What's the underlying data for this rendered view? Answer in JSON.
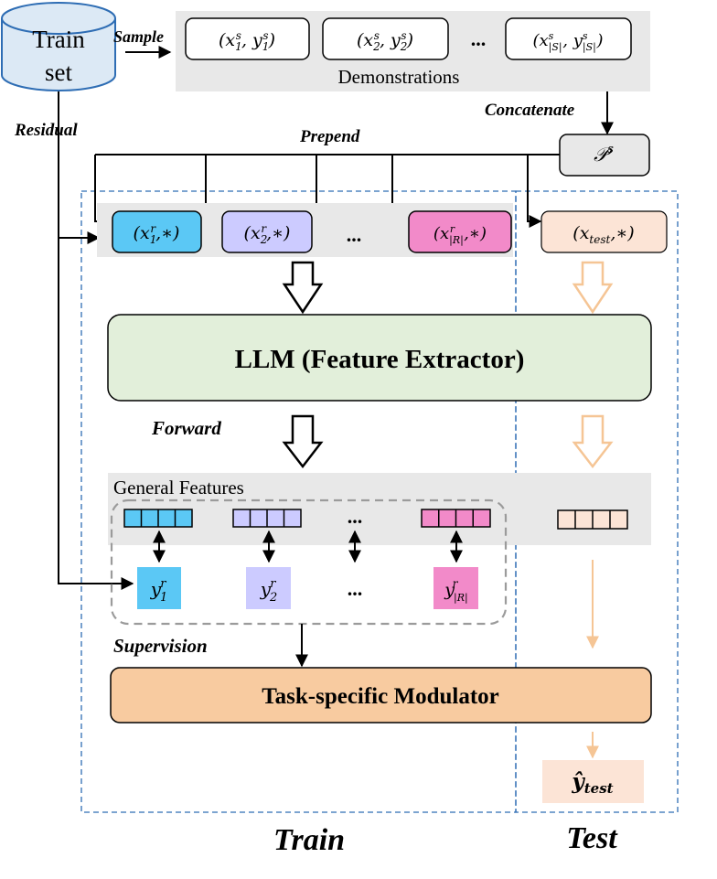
{
  "colors": {
    "blue": "#5bc8f5",
    "purple": "#cccbff",
    "pink": "#f28ac9",
    "peach": "#fce4d6",
    "llm_green": "#e2efda",
    "modulator_orange": "#f8cba0",
    "gray_band": "#e8e8e8",
    "dashed_blue": "#2e6db4",
    "test_arrow": "#f5c595",
    "db_fill": "#dce9f5"
  },
  "train_set": {
    "line1": "Train",
    "line2": "set"
  },
  "labels": {
    "sample": "Sample",
    "demonstrations": "Demonstrations",
    "concatenate": "Concatenate",
    "residual": "Residual",
    "prepend": "Prepend",
    "forward": "Forward",
    "general_features": "General Features",
    "supervision": "Supervision",
    "train": "Train",
    "test": "Test",
    "ellipsis": "..."
  },
  "demos": [
    {
      "var": "x",
      "sub": "1",
      "sup": "s",
      "lab": "y"
    },
    {
      "var": "x",
      "sub": "2",
      "sup": "s",
      "lab": "y"
    },
    {
      "var": "x",
      "sub": "|S|",
      "sup": "s",
      "lab": "y"
    }
  ],
  "prompt": {
    "symbol": "𝒫",
    "sup": "s"
  },
  "queries": [
    {
      "sub": "1",
      "sup": "r"
    },
    {
      "sub": "2",
      "sup": "r"
    },
    {
      "sub": "|R|",
      "sup": "r"
    }
  ],
  "test_query": {
    "sub": "test"
  },
  "labels_y": [
    {
      "sub": "1",
      "sup": "r"
    },
    {
      "sub": "2",
      "sup": "r"
    },
    {
      "sub": "|R|",
      "sup": "r"
    }
  ],
  "llm_box": "LLM (Feature Extractor)",
  "modulator_box": "Task-specific Modulator",
  "output": {
    "var": "ŷ",
    "sub": "test"
  }
}
